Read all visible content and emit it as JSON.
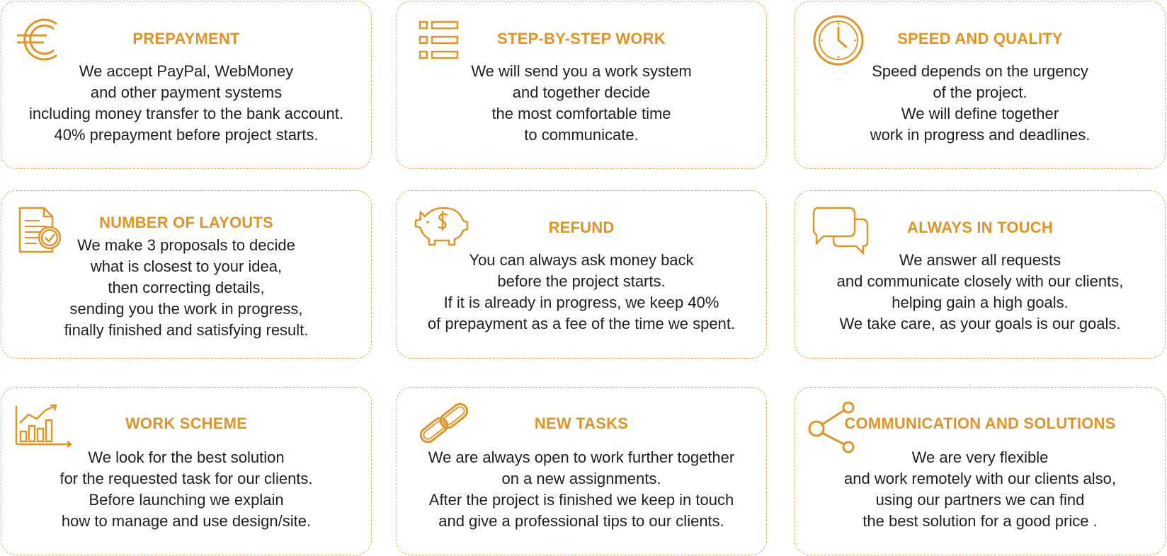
{
  "theme": {
    "accent": "#e19324",
    "border": "#e7a84c",
    "text": "#1f1f1f"
  },
  "cards": [
    {
      "icon": "euro-icon",
      "title": "PREPAYMENT",
      "lines": [
        "We accept PayPal, WebMoney",
        "and other payment systems",
        "including money transfer to the bank account.",
        "40% prepayment before project starts."
      ]
    },
    {
      "icon": "list-icon",
      "title": "STEP-BY-STEP WORK",
      "lines": [
        "We will send you a work system",
        "and together decide",
        "the most comfortable time",
        "to communicate."
      ]
    },
    {
      "icon": "clock-icon",
      "title": "SPEED AND QUALITY",
      "lines": [
        "Speed depends on the urgency",
        "of the project.",
        "We will define together",
        "work in progress and deadlines."
      ]
    },
    {
      "icon": "document-check-icon",
      "title": "NUMBER OF LAYOUTS",
      "lines": [
        "We make 3 proposals to decide",
        "what is closest to your idea,",
        "then correcting details,",
        "sending you the work in progress,",
        "finally finished and satisfying result."
      ]
    },
    {
      "icon": "piggy-bank-icon",
      "title": "REFUND",
      "lines": [
        "You can always ask money back",
        "before the project starts.",
        "If it is already in progress, we keep 40%",
        "of prepayment as a fee of the time we spent."
      ]
    },
    {
      "icon": "chat-bubbles-icon",
      "title": "ALWAYS IN TOUCH",
      "lines": [
        "We answer all requests",
        "and communicate closely with our clients,",
        "helping gain a high goals.",
        "We take care, as your goals is our goals."
      ]
    },
    {
      "icon": "bar-chart-icon",
      "title": "WORK SCHEME",
      "lines": [
        "We look for the best solution",
        "for the requested task for our clients.",
        "Before launching we explain",
        "how to manage and use design/site."
      ]
    },
    {
      "icon": "chain-link-icon",
      "title": "NEW TASKS",
      "lines": [
        "We are always open to work further together",
        "on a new assignments.",
        "After the project is finished we keep in touch",
        "and give a professional tips to our clients."
      ]
    },
    {
      "icon": "share-icon",
      "title": "COMMUNICATION AND SOLUTIONS",
      "lines": [
        "We are very flexible",
        "and work remotely with our clients also,",
        "using our partners we can find",
        "the best solution for a good price ."
      ]
    }
  ]
}
